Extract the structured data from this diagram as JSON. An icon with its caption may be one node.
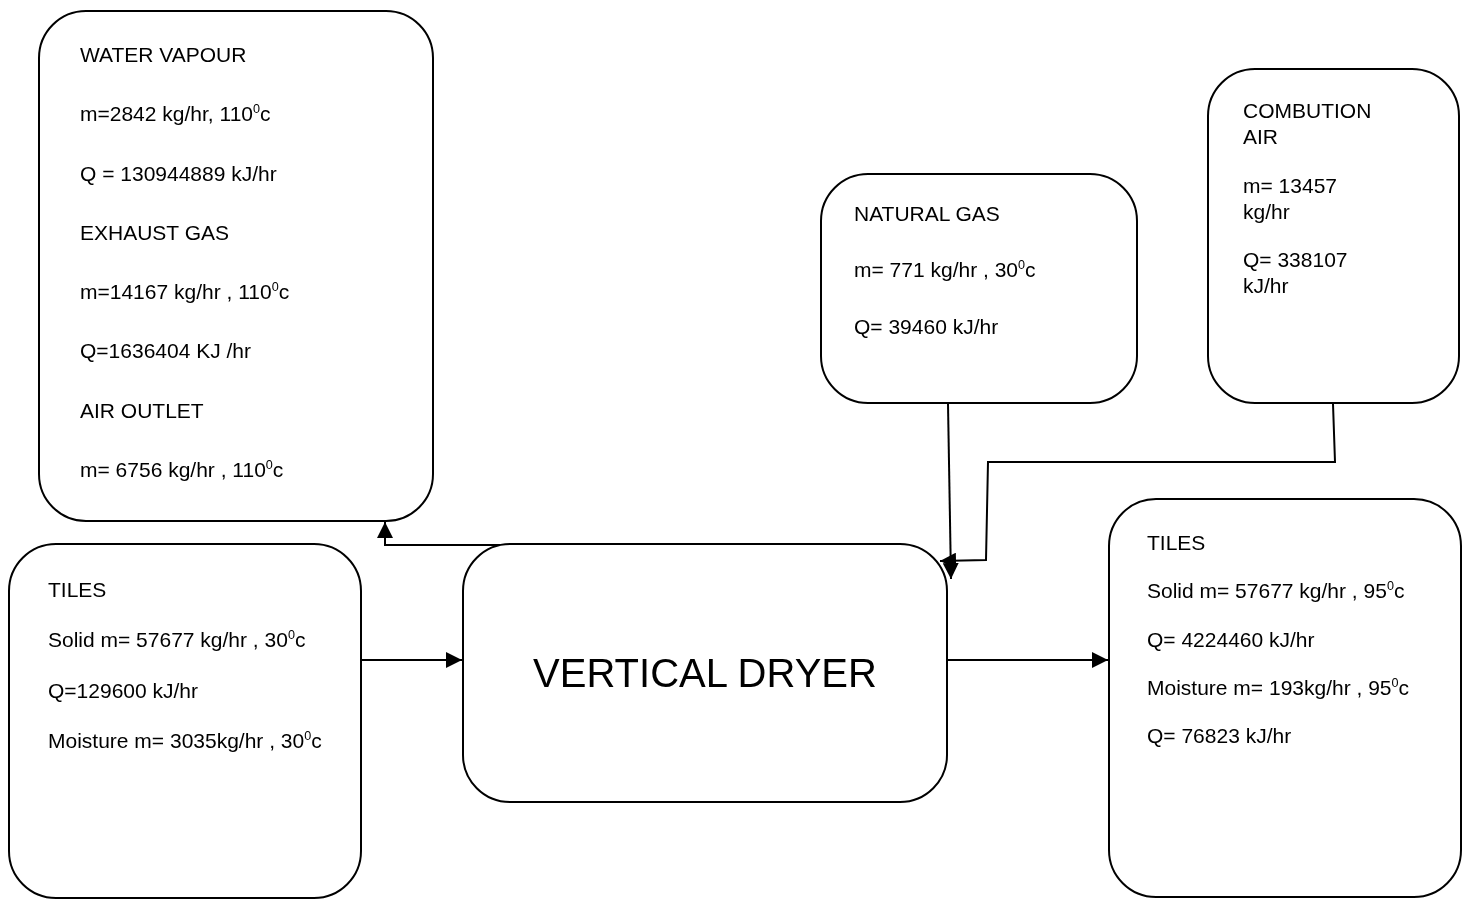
{
  "diagram": {
    "nodes": [
      {
        "text": [
          "WATER VAPOUR",
          "m=2842 kg/hr, 110$^{0}$c",
          "Q = 130944889 kJ/hr",
          "EXHAUST GAS",
          "m=14167 kg/hr , 110$^{0}$c",
          "Q=1636404 KJ /hr",
          "AIR OUTLET",
          "m= 6756 kg/hr , 110$^{0}$c"
        ]
      },
      {
        "text": [
          "NATURAL GAS",
          "m= 771 kg/hr , 30$^{0}$c",
          "Q= 39460 kJ/hr"
        ]
      },
      {
        "text": [
          "COMBUTION AIR",
          "m= 13457 kg/hr",
          "Q= 338107 kJ/hr"
        ]
      },
      {
        "text": [
          "TILES",
          "Solid m= 57677 kg/hr , 30$^{0}$c",
          "Q=129600 kJ/hr",
          "Moisture m= 3035kg/hr , 30$^{0}$c"
        ]
      },
      {
        "text": [
          "VERTICAL DRYER"
        ]
      },
      {
        "text": [
          "TILES",
          "Solid m= 57677 kg/hr , 95$^{0}$c",
          "Q= 4224460 kJ/hr",
          "Moisture m= 193kg/hr , 95$^{0}$c",
          "Q= 76823 kJ/hr"
        ]
      }
    ],
    "edges": [
      {
        "from": 4,
        "to": 0,
        "arrow": "to"
      },
      {
        "from": 3,
        "to": 4,
        "arrow": "to"
      },
      {
        "from": 4,
        "to": 5,
        "arrow": "to"
      },
      {
        "from": 1,
        "to": 4,
        "arrow": "to"
      },
      {
        "from": 2,
        "to": 4,
        "arrow": "to"
      }
    ]
  }
}
